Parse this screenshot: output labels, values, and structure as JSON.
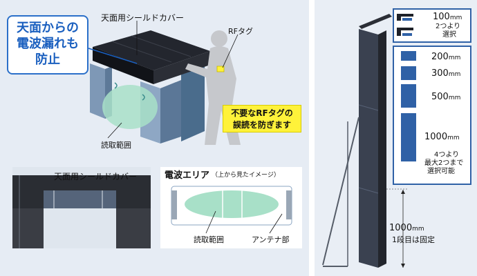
{
  "left_panel": {
    "callout": {
      "line1": "天面からの",
      "line2": "電波漏れも",
      "line3": "防止"
    },
    "top_cover_label": "天面用シールドカバー",
    "rf_tag_label": "RFタグ",
    "yellow_note": {
      "line1": "不要なRFタグの",
      "line2": "誤読を防ぎます"
    },
    "read_range_label": "読取範囲",
    "photo_cover_label": "天面用シールドカバー",
    "wave_area": {
      "title": "電波エリア",
      "subtitle": "（上から見たイメージ）",
      "read_range_label": "読取範囲",
      "antenna_label": "アンテナ部"
    }
  },
  "right_panel": {
    "top_option": {
      "size": "100",
      "unit": "mm",
      "note1": "2つより",
      "note2": "選択"
    },
    "sizes": [
      {
        "size": "200",
        "unit": "mm"
      },
      {
        "size": "300",
        "unit": "mm"
      },
      {
        "size": "500",
        "unit": "mm"
      },
      {
        "size": "1000",
        "unit": "mm"
      }
    ],
    "sizes_note": {
      "line1": "4つより",
      "line2": "最大2つまで",
      "line3": "選択可能"
    },
    "base": {
      "size": "1000",
      "unit": "mm",
      "note": "1段目は固定"
    }
  },
  "colors": {
    "callout_blue": "#1a5fbf",
    "box_blue": "#2f61a6",
    "yellow": "#fff23a",
    "read_zone": "#a8e0c8"
  }
}
